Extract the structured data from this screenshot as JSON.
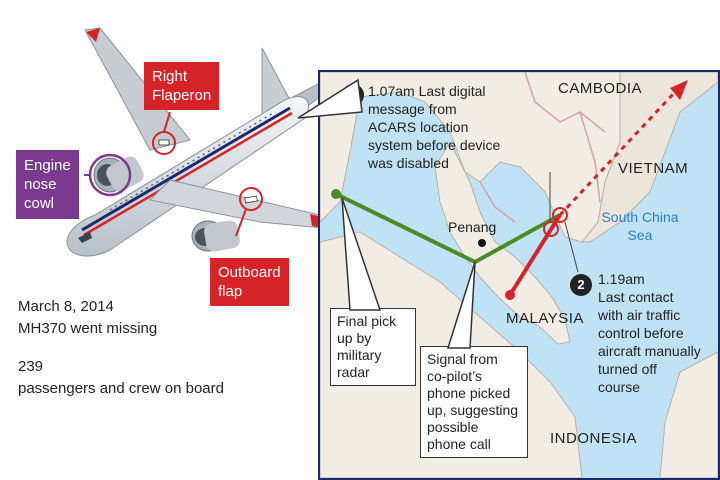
{
  "plane_labels": {
    "engine": [
      "Engine",
      "nose",
      "cowl"
    ],
    "flaperon": [
      "Right",
      "Flaperon"
    ],
    "outboard": [
      "Outboard",
      "flap"
    ]
  },
  "facts": {
    "date": "March 8, 2014",
    "missing": "MH370 went missing",
    "count": "239",
    "count_label": "passengers and crew on board"
  },
  "map": {
    "countries": {
      "cambodia": "CAMBODIA",
      "vietnam": "VIETNAM",
      "malaysia": "MALAYSIA",
      "indonesia": "INDONESIA"
    },
    "sea": [
      "South China",
      "Sea"
    ],
    "city": "Penang",
    "event1": {
      "number": "1",
      "lines": [
        "1.07am Last digital",
        "message from",
        "ACARS location",
        "system before device",
        "was disabled"
      ]
    },
    "event2": {
      "number": "2",
      "lines": [
        "1.19am",
        "Last contact",
        "with air traffic",
        "control before",
        "aircraft manually",
        "turned off",
        "course"
      ]
    },
    "callout_radar": [
      "Final pick",
      "up by",
      "military",
      "radar"
    ],
    "callout_phone": [
      "Signal from",
      "co-pilot’s",
      "phone picked",
      "up, suggesting",
      "possible",
      "phone call"
    ],
    "colors": {
      "sea": "#bfe3f5",
      "land": "#f1ece4",
      "flight_path": "#d42428",
      "radar_path": "#4c8a26",
      "border": "#d4a0b2",
      "frame": "#1a2a6c"
    }
  }
}
